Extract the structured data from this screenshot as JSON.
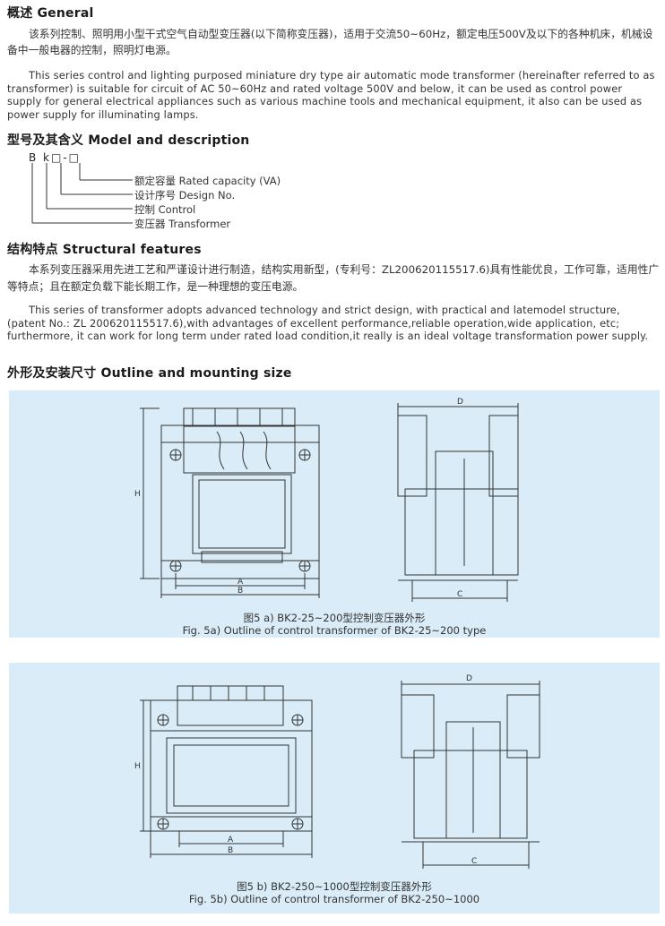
{
  "general": {
    "heading": "概述 General",
    "zh": "该系列控制、照明用小型干式空气自动型变压器(以下简称变压器)，适用于交流50~60Hz，额定电压500V及以下的各种机床，机械设备中一般电器的控制，照明灯电源。",
    "en": "This series control and lighting purposed miniature dry type air automatic mode transformer (hereinafter referred to as transformer) is suitable for circuit of AC 50~60Hz and rated voltage 500V and below, it can be used as control power supply for general electrical appliances such as various machine tools and mechanical equipment, it also can be used as power supply for illuminating lamps."
  },
  "model": {
    "heading": "型号及其含义 Model and description",
    "code": "B k□-□",
    "labels": [
      "额定容量 Rated capacity (VA)",
      "设计序号 Design No.",
      "控制 Control",
      "变压器 Transformer"
    ]
  },
  "structural": {
    "heading": "结构特点 Structural features",
    "zh": "本系列变压器采用先进工艺和严谨设计进行制造，结构实用新型，(专利号：ZL200620115517.6)具有性能优良，工作可靠，适用性广等特点；且在额定负载下能长期工作，是一种理想的变压电源。",
    "en": "This series of transformer adopts advanced technology and strict design, with practical and latemodel structure, (patent No.: ZL 200620115517.6),with advantages of excellent performance,reliable operation,wide application, etc; furthermore, it can work for long term under rated load condition,it really is an ideal voltage transformation power supply."
  },
  "outline": {
    "heading": "外形及安装尺寸 Outline and mounting size",
    "fig_a": {
      "caption_zh": "图5 a) BK2-25~200型控制变压器外形",
      "caption_en": "Fig. 5a) Outline of control transformer of BK2-25~200 type",
      "dims": {
        "H": "H",
        "A": "A",
        "B": "B",
        "D": "D",
        "C": "C"
      }
    },
    "fig_b": {
      "caption_zh": "图5 b) BK2-250~1000型控制变压器外形",
      "caption_en": "Fig. 5b) Outline of control transformer of BK2-250~1000",
      "dims": {
        "H": "H",
        "A": "A",
        "B": "B",
        "D": "D",
        "C": "C"
      }
    }
  },
  "colors": {
    "panel_bg": "#d9ecf7",
    "line": "#333333"
  }
}
